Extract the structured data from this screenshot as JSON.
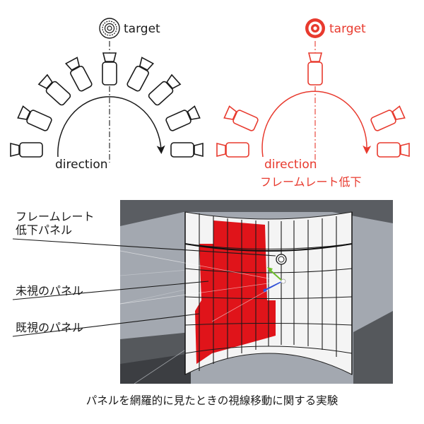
{
  "left_diagram": {
    "target_label": "target",
    "direction_label": "direction"
  },
  "right_diagram": {
    "target_label": "target",
    "direction_label": "direction",
    "note": "フレームレート低下"
  },
  "photo": {
    "label_lowfps": [
      "フレームレート",
      "低下パネル"
    ],
    "label_unseen": "未視のパネル",
    "label_seen": "既視のパネル"
  },
  "caption": "パネルを網羅的に見たときの視線移動に関する実験",
  "colors": {
    "black_ink": "#1a1a1a",
    "red_ink": "#e83a2e",
    "panel_red": "#e0141a",
    "scene_sky": "#a3a8b0",
    "scene_floor": "#55585c",
    "scene_dark": "#3c3e42"
  }
}
